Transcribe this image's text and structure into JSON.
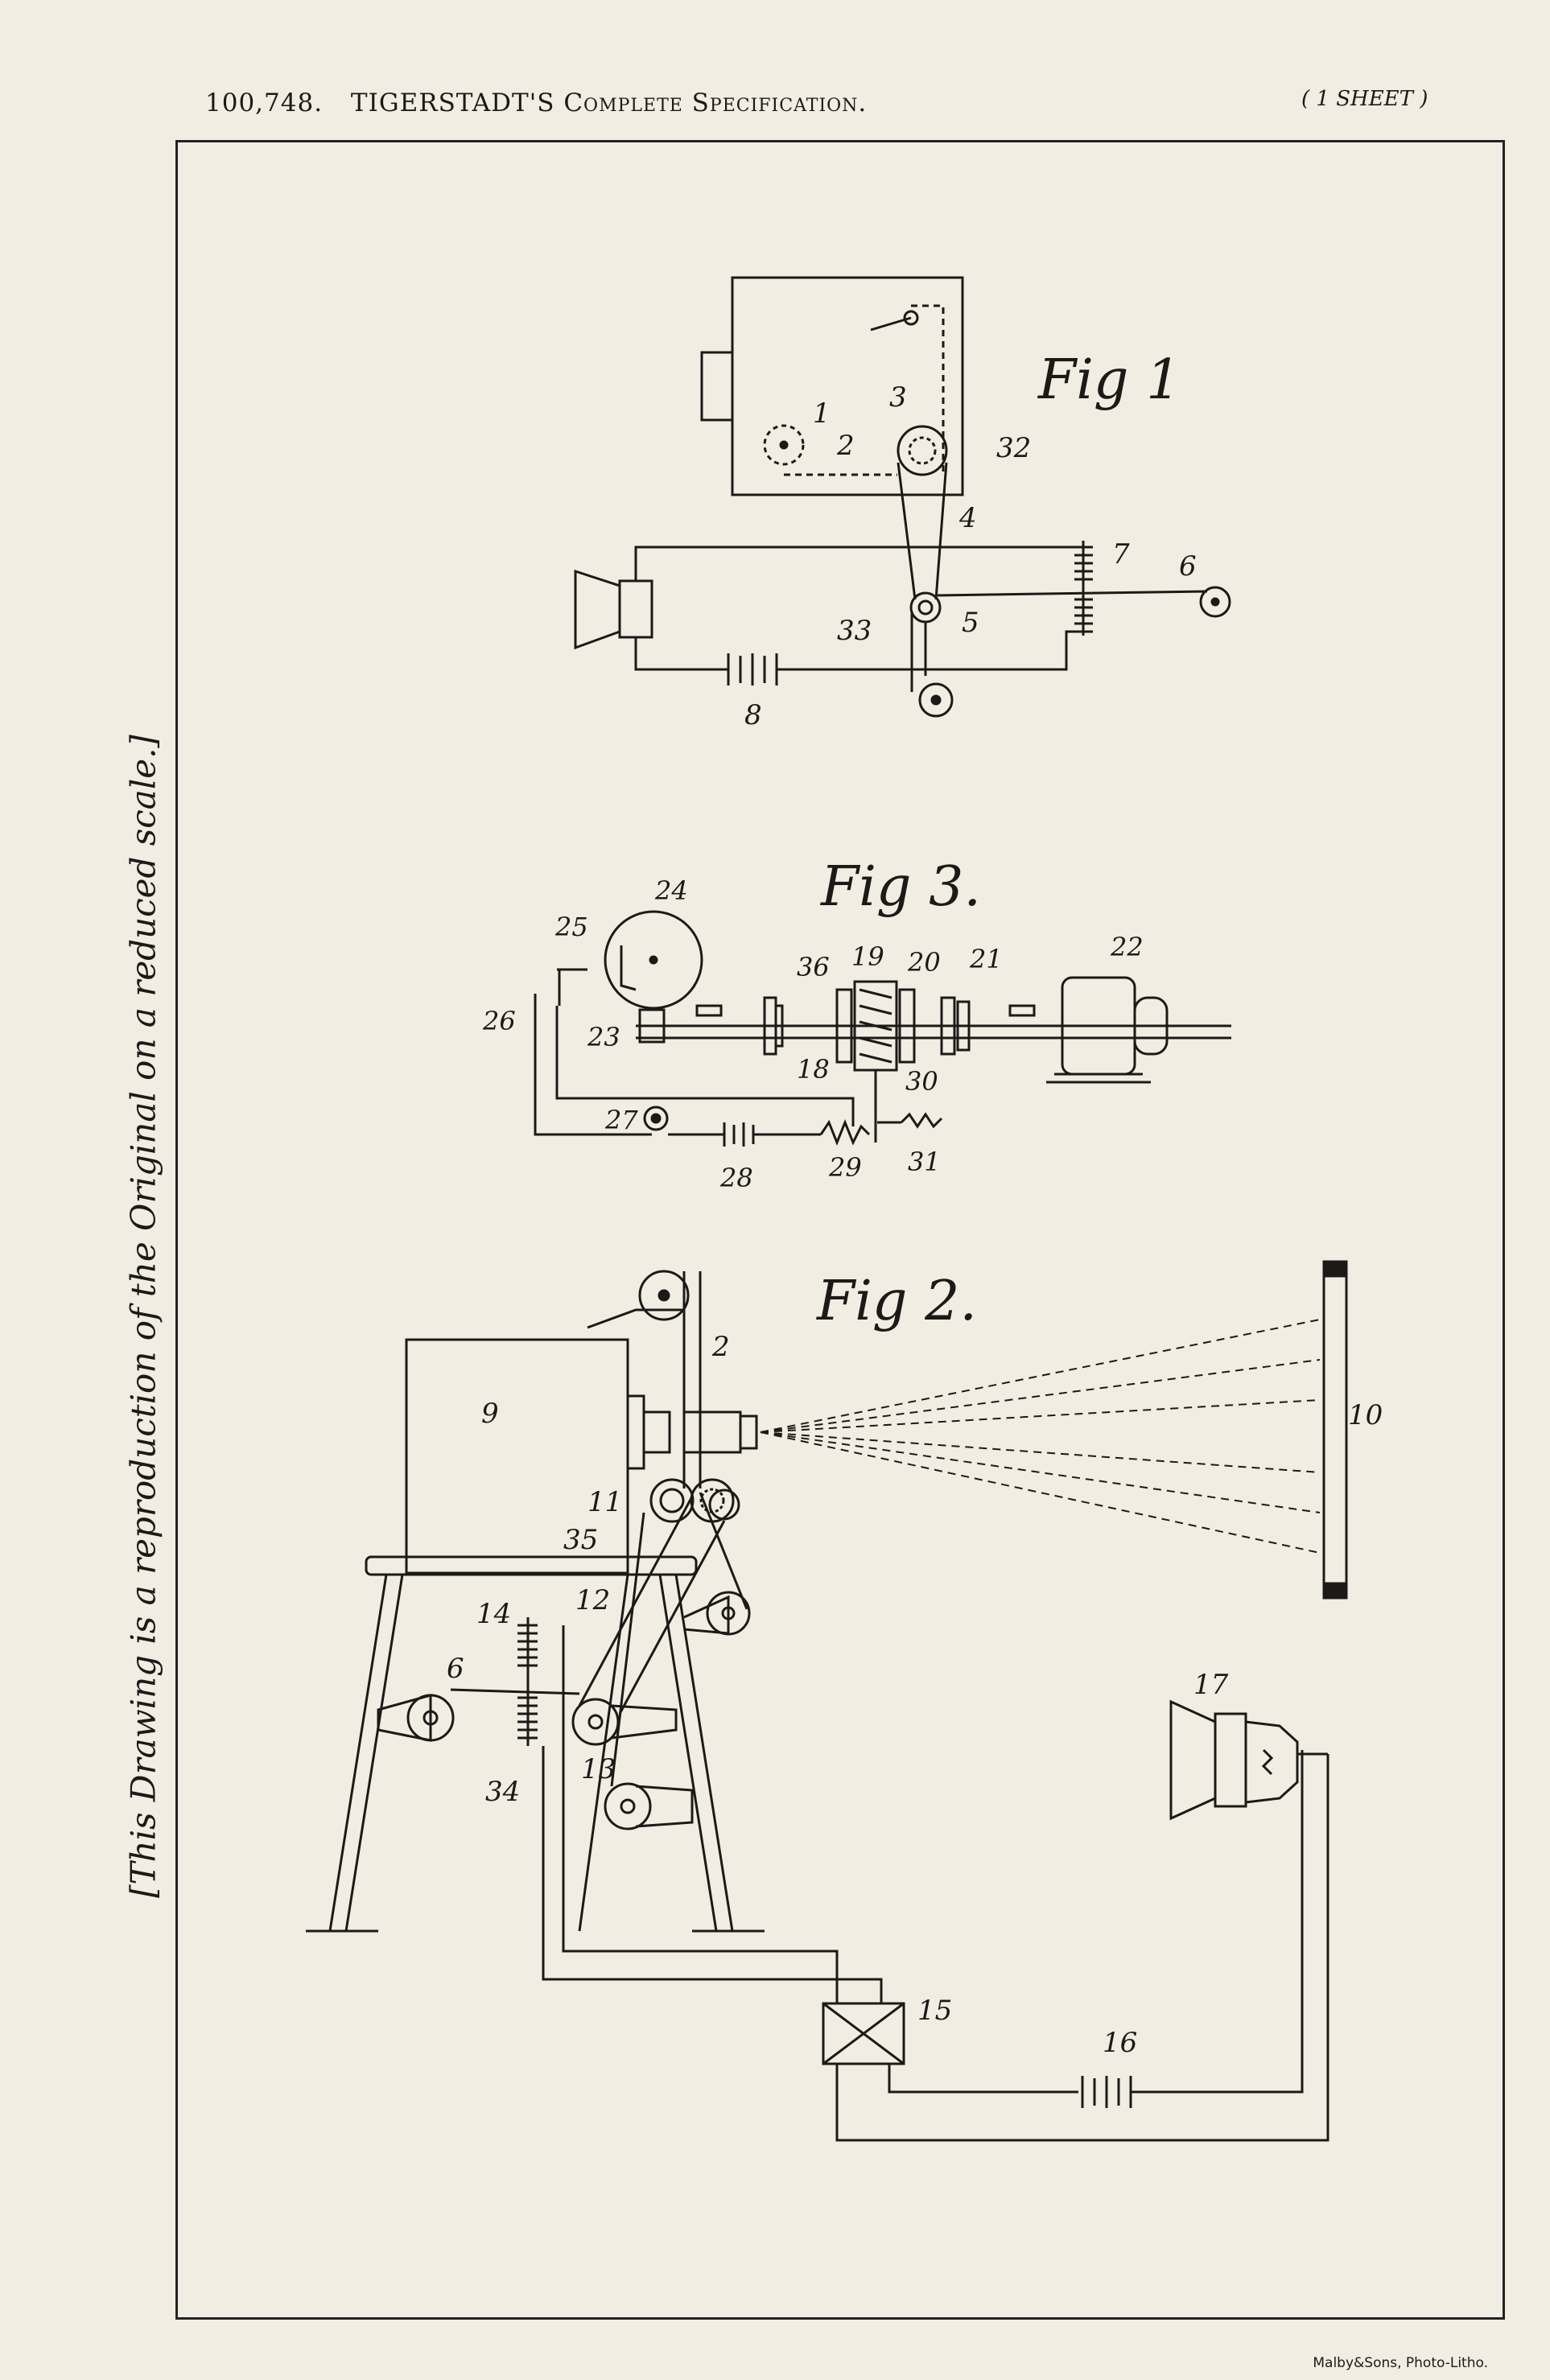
{
  "header": {
    "patent_number": "100,748.",
    "title_main": "TIGERSTADT'S",
    "title_rest": "Complete Specification.",
    "sheet_note": "( 1 SHEET )"
  },
  "side_note": "[This Drawing is a reproduction of the Original on a reduced scale.]",
  "printer": "Malby&Sons, Photo-Litho.",
  "figures": {
    "fig1": {
      "title": "Fig 1",
      "labels": [
        "1",
        "2",
        "3",
        "32",
        "4",
        "7",
        "6",
        "5",
        "33",
        "8"
      ]
    },
    "fig3": {
      "title": "Fig 3.",
      "labels": [
        "24",
        "25",
        "36",
        "19",
        "20",
        "21",
        "22",
        "26",
        "23",
        "18",
        "30",
        "27",
        "28",
        "29",
        "31"
      ]
    },
    "fig2": {
      "title": "Fig 2.",
      "labels": [
        "2",
        "9",
        "10",
        "11",
        "35",
        "12",
        "14",
        "6",
        "13",
        "34",
        "17",
        "15",
        "16"
      ]
    }
  }
}
